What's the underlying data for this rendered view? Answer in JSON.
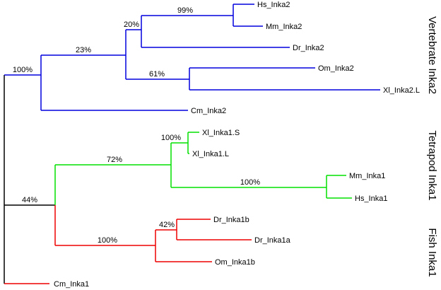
{
  "colors": {
    "root": "#000000",
    "vertebrate_inka2": "#0000dd",
    "tetrapod_inka1": "#00e000",
    "fish_inka1": "#ee0000"
  },
  "clade_labels": {
    "vertebrate_inka2": "Vertebrate Inka2",
    "tetrapod_inka1": "Tetrapod Inka1",
    "fish_inka1": "Fish Inka1"
  },
  "taxa": {
    "hs_inka2": "Hs_Inka2",
    "mm_inka2": "Mm_Inka2",
    "dr_inka2": "Dr_Inka2",
    "om_inka2": "Om_Inka2",
    "xl_inka2_l": "Xl_Inka2.L",
    "cm_inka2": "Cm_Inka2",
    "xl_inka1_s": "Xl_Inka1.S",
    "xl_inka1_l": "Xl_Inka1.L",
    "mm_inka1": "Mm_Inka1",
    "hs_inka1": "Hs_Inka1",
    "dr_inka1b": "Dr_Inka1b",
    "dr_inka1a": "Dr_Inka1a",
    "om_inka1b": "Om_Inka1b",
    "cm_inka1": "Cm_Inka1"
  },
  "support": {
    "vertebrate_inka2_root": "100%",
    "inka2_crown": "23%",
    "inka2_mammal_fish": "20%",
    "hs_mm_inka2": "99%",
    "om_xl_inka2": "61%",
    "inka1_root": "44%",
    "tetrapod_inka1": "72%",
    "xl_inka1": "100%",
    "mm_hs_inka1": "100%",
    "fish_inka1": "100%",
    "dr_inka1": "42%"
  }
}
